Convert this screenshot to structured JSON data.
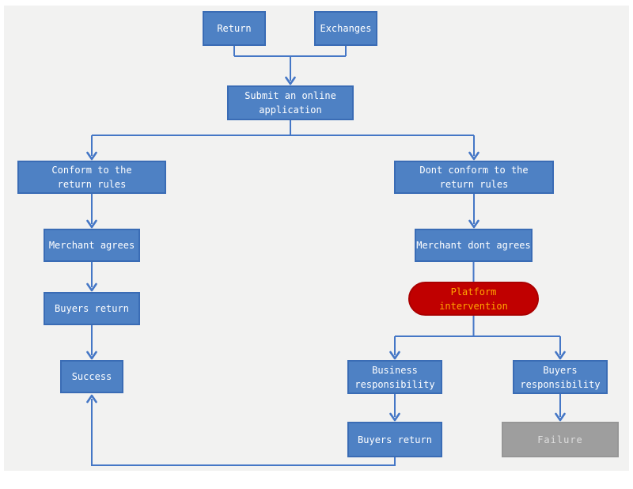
{
  "colors": {
    "page_bg": "#ffffff",
    "canvas_bg": "#f2f2f1",
    "node_fill": "#4e81c4",
    "node_border": "#3a6cb5",
    "node_text": "#ffffff",
    "connector": "#4577c6",
    "alert_fill": "#c00000",
    "alert_border": "#ab0000",
    "alert_text": "#ffa500",
    "failure_fill": "#9e9e9e",
    "failure_border": "#969696",
    "failure_text": "#dedede"
  },
  "diagram": {
    "type": "flowchart",
    "nodes": {
      "return": {
        "label": "Return"
      },
      "exchanges": {
        "label": "Exchanges"
      },
      "submit": {
        "label": "Submit an online\napplication"
      },
      "conform": {
        "label": "Conform to the\nreturn rules"
      },
      "dont_conform": {
        "label": "Dont conform to the\nreturn rules"
      },
      "merchant_agrees": {
        "label": "Merchant agrees"
      },
      "buyers_return_left": {
        "label": "Buyers return"
      },
      "success": {
        "label": "Success"
      },
      "merchant_dont_agrees": {
        "label": "Merchant dont agrees"
      },
      "platform_intervention": {
        "label": "Platform\nintervention"
      },
      "business_responsibility": {
        "label": "Business\nresponsibility"
      },
      "buyers_responsibility": {
        "label": "Buyers\nresponsibility"
      },
      "buyers_return_bottom": {
        "label": "Buyers return"
      },
      "failure": {
        "label": "Failure"
      }
    }
  }
}
